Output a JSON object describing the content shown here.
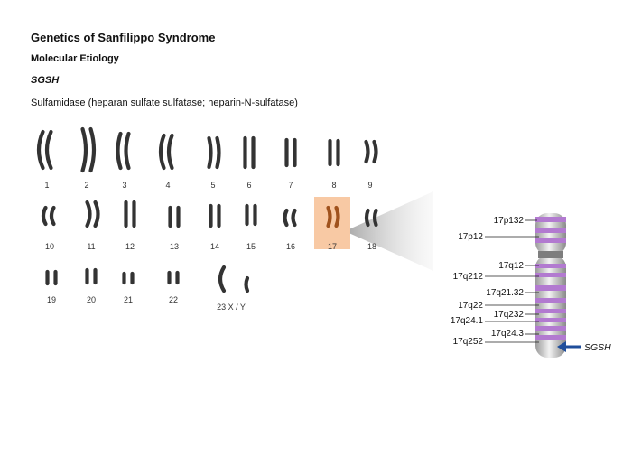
{
  "header": {
    "title": "Genetics of Sanfilippo Syndrome",
    "subtitle": "Molecular Etiology",
    "gene": "SGSH",
    "description": "Sulfamidase (heparan sulfate sulfatase; heparin-N-sulfatase)"
  },
  "karyotype": {
    "chromosomes": [
      {
        "label": "1"
      },
      {
        "label": "2"
      },
      {
        "label": "3"
      },
      {
        "label": "4"
      },
      {
        "label": "5"
      },
      {
        "label": "6"
      },
      {
        "label": "7"
      },
      {
        "label": "8"
      },
      {
        "label": "9"
      },
      {
        "label": "10"
      },
      {
        "label": "11"
      },
      {
        "label": "12"
      },
      {
        "label": "13"
      },
      {
        "label": "14"
      },
      {
        "label": "15"
      },
      {
        "label": "16"
      },
      {
        "label": "17",
        "highlighted": true
      },
      {
        "label": "18"
      },
      {
        "label": "19"
      },
      {
        "label": "20"
      },
      {
        "label": "21"
      },
      {
        "label": "22"
      },
      {
        "label": "23 X / Y"
      }
    ],
    "highlight_color": "#f8c9a4",
    "chromosome_color": "#333333"
  },
  "chromosome17": {
    "bands": [
      {
        "label": "17p132"
      },
      {
        "label": "17p12"
      },
      {
        "label": "17q12"
      },
      {
        "label": "17q212"
      },
      {
        "label": "17q21.32"
      },
      {
        "label": "17q22"
      },
      {
        "label": "17q232"
      },
      {
        "label": "17q24.1"
      },
      {
        "label": "17q24.3"
      },
      {
        "label": "17q252"
      }
    ],
    "band_color": "#b27ad0",
    "gene_label": "SGSH",
    "arrow_color": "#1f4e9b"
  }
}
